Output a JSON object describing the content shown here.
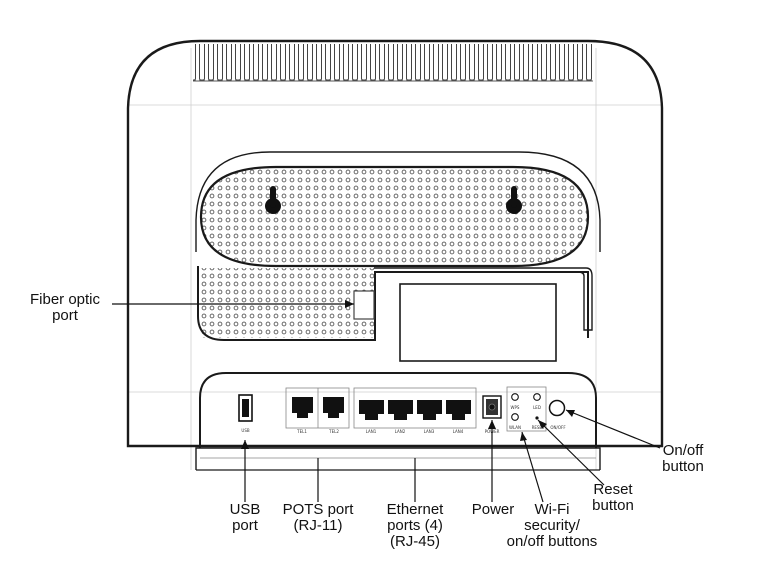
{
  "callouts": {
    "fiber": [
      "Fiber optic",
      "port"
    ],
    "usb": [
      "USB",
      "port"
    ],
    "pots": [
      "POTS port",
      "(RJ-11)"
    ],
    "ethernet": [
      "Ethernet",
      "ports (4)",
      "(RJ-45)"
    ],
    "power": [
      "Power"
    ],
    "wifi": [
      "Wi-Fi",
      "security/",
      "on/off buttons"
    ],
    "reset": [
      "Reset",
      "button"
    ],
    "onoff": [
      "On/off",
      "button"
    ]
  },
  "panel_labels": {
    "usb": "USB",
    "tel1": "TEL1",
    "tel2": "TEL2",
    "lan1": "LAN1",
    "lan2": "LAN2",
    "lan3": "LAN3",
    "lan4": "LAN4",
    "power": "POWER",
    "wps": "WPS",
    "led": "LED",
    "wlan": "WLAN",
    "reset": "RESET",
    "onoff": "ON/OFF"
  },
  "colors": {
    "outline": "#1a1a1a",
    "grille": "#555555",
    "port_fill": "#111111"
  }
}
